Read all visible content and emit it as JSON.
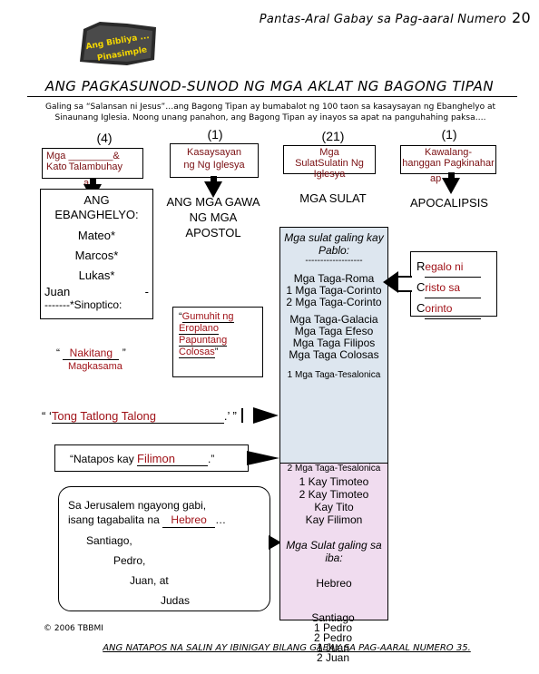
{
  "header": {
    "title": "Pantas-Aral Gabay sa Pag-aaral Numero",
    "number": "20",
    "logo_text": "Ang Bibliya ... Pinasimple"
  },
  "title": "ANG PAGKASUNOD-SUNOD NG MGA AKLAT NG BAGONG TIPAN",
  "intro": "Galing sa “Salansan ni Jesus”…ang Bagong Tipan ay bumabalot ng 100 taon sa kasaysayan ng Ebanghelyo at Sinaunang Iglesia. Noong unang panahon, ang Bagong Tipan ay inayos sa apat na panguhahing paksa….",
  "columns": [
    {
      "count": "(4)",
      "label_lines": [
        "Mga ________&",
        "Kato",
        "Talambuhay",
        "a"
      ],
      "heading": "ANG EBANGHELYO:"
    },
    {
      "count": "(1)",
      "label_lines": [
        "Kasaysayan",
        "ng",
        "Ng Iglesya"
      ],
      "heading": "ANG MGA GAWA NG MGA APOSTOL"
    },
    {
      "count": "(21)",
      "label_lines": [
        "Mga",
        "Sulat",
        "Sulatin",
        "Ng Iglesya"
      ],
      "heading": "MGA SULAT"
    },
    {
      "count": "(1)",
      "label_lines": [
        "Kawalang-",
        "hanggan",
        "Pagkinahar",
        "ap"
      ],
      "heading": "APOCALIPSIS"
    }
  ],
  "gospels": {
    "books": [
      "Mateo*",
      "Marcos*",
      "Lukas*",
      "Juan"
    ],
    "dash": "-",
    "synoptic": "-------*Sinoptico:",
    "quote_open": "“",
    "quote_close": "”",
    "blank1": "Nakitang",
    "blank2": "Magkasama"
  },
  "tong": {
    "open": "“ ‘",
    "text": "Tong Tatlong Talong",
    "close": ".’ ”"
  },
  "acts_note": {
    "quote_open": "“",
    "line1": "Gumuhit ng",
    "line2": "Eroplano",
    "line3": "Papuntang",
    "line4": "Colosas",
    "quote_close": "”"
  },
  "filimon": {
    "prefix": "“Natapos kay",
    "blank": "Filimon",
    "suffix": ".”"
  },
  "jerusalem": {
    "line1": "Sa Jerusalem ngayong gabi,",
    "line2": "isang tagabalita na",
    "blank": "Hebreo",
    "ellipsis": "…",
    "names": [
      "Santiago,",
      "Pedro,",
      "Juan, at",
      "Judas"
    ]
  },
  "letters": {
    "pablo_title": "Mga sulat galing kay Pablo:",
    "dashes": "-------------------",
    "pablo": [
      "Mga Taga-Roma",
      "1 Mga Taga-Corinto",
      "2 Mga Taga-Corinto",
      "Mga Taga-Galacia",
      "Mga Taga Efeso",
      "Mga Taga Filipos",
      "Mga Taga Colosas",
      "1 Mga Taga-Tesalonica",
      "2 Mga Taga-Tesalonica",
      "1 Kay Timoteo",
      "2 Kay Timoteo",
      "Kay Tito",
      "Kay Filimon"
    ],
    "others_title": "Mga Sulat galing sa iba:",
    "others": [
      "Hebreo",
      "Santiago",
      "1 Pedro",
      "2 Pedro",
      "1 Juan",
      "2 Juan"
    ]
  },
  "rcc": [
    {
      "first": "R",
      "blank": "egalo ni"
    },
    {
      "first": "C",
      "blank": "risto sa"
    },
    {
      "first": "C",
      "blank": "orinto"
    }
  ],
  "footer": {
    "copyright": "© 2006 TBBMI",
    "note": "ANG NATAPOS NA SALIN AY IBINIGAY BILANG GABAY SA PAG-AARAL NUMERO 35."
  }
}
